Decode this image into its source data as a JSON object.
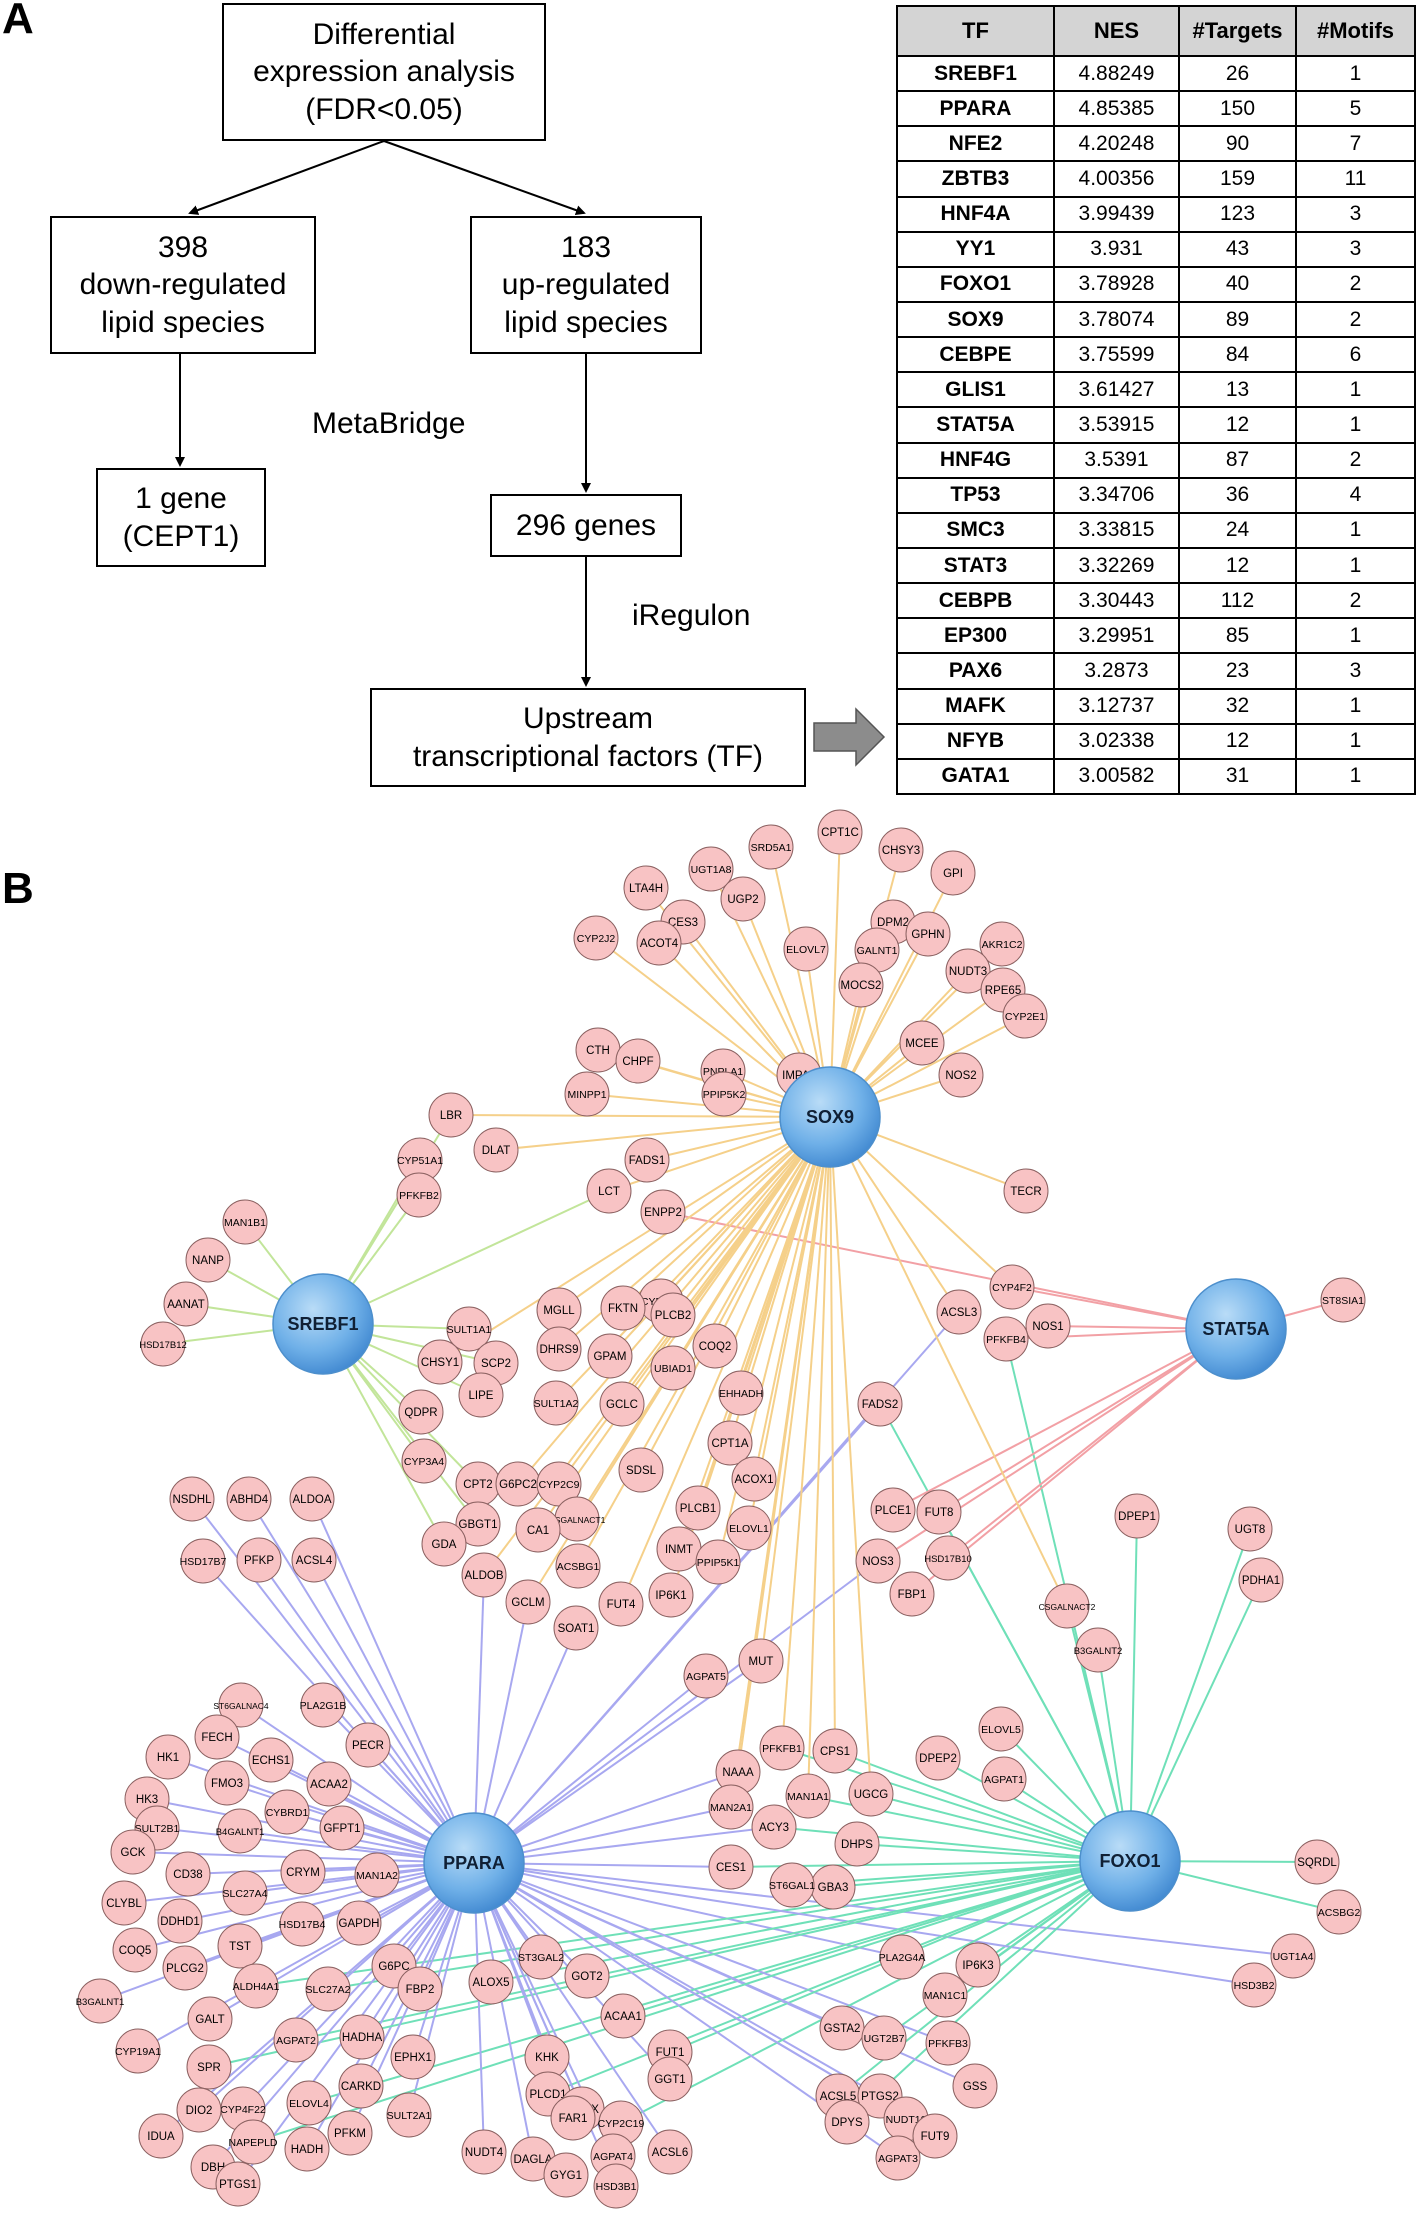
{
  "panel_a": {
    "label": "A",
    "box_top": [
      "Differential",
      "expression analysis",
      "(FDR<0.05)"
    ],
    "box_down": [
      "398",
      "down-regulated",
      "lipid species"
    ],
    "box_up": [
      "183",
      "up-regulated",
      "lipid species"
    ],
    "box_one_gene": [
      "1 gene",
      "(CEPT1)"
    ],
    "box_genes": "296 genes",
    "box_tf": [
      "Upstream",
      "transcriptional factors (TF)"
    ],
    "label_metabridge": "MetaBridge",
    "label_iregulon": "iRegulon"
  },
  "table": {
    "columns": [
      "TF",
      "NES",
      "#Targets",
      "#Motifs"
    ],
    "rows": [
      [
        "SREBF1",
        "4.88249",
        "26",
        "1"
      ],
      [
        "PPARA",
        "4.85385",
        "150",
        "5"
      ],
      [
        "NFE2",
        "4.20248",
        "90",
        "7"
      ],
      [
        "ZBTB3",
        "4.00356",
        "159",
        "11"
      ],
      [
        "HNF4A",
        "3.99439",
        "123",
        "3"
      ],
      [
        "YY1",
        "3.931",
        "43",
        "3"
      ],
      [
        "FOXO1",
        "3.78928",
        "40",
        "2"
      ],
      [
        "SOX9",
        "3.78074",
        "89",
        "2"
      ],
      [
        "CEBPE",
        "3.75599",
        "84",
        "6"
      ],
      [
        "GLIS1",
        "3.61427",
        "13",
        "1"
      ],
      [
        "STAT5A",
        "3.53915",
        "12",
        "1"
      ],
      [
        "HNF4G",
        "3.5391",
        "87",
        "2"
      ],
      [
        "TP53",
        "3.34706",
        "36",
        "4"
      ],
      [
        "SMC3",
        "3.33815",
        "24",
        "1"
      ],
      [
        "STAT3",
        "3.32269",
        "12",
        "1"
      ],
      [
        "CEBPB",
        "3.30443",
        "112",
        "2"
      ],
      [
        "EP300",
        "3.29951",
        "85",
        "1"
      ],
      [
        "PAX6",
        "3.2873",
        "23",
        "3"
      ],
      [
        "MAFK",
        "3.12737",
        "32",
        "1"
      ],
      [
        "NFYB",
        "3.02338",
        "12",
        "1"
      ],
      [
        "GATA1",
        "3.00582",
        "31",
        "1"
      ]
    ]
  },
  "panel_b": {
    "label": "B",
    "hubs": [
      "SOX9",
      "SREBF1",
      "STAT5A",
      "PPARA",
      "FOXO1"
    ],
    "edge_colors": {
      "SOX9": "#f5d08a",
      "SREBF1": "#c2e59a",
      "STAT5A": "#f2a0a5",
      "PPARA": "#a8a8f0",
      "FOXO1": "#6fe0b8"
    },
    "genes": [
      "SRD5A1",
      "CPT1C",
      "CHSY3",
      "UGT1A8",
      "GPI",
      "LTA4H",
      "UGP2",
      "CES3",
      "DPM2",
      "ELOVL7",
      "GPHN",
      "AKR1C2",
      "NUDT3",
      "CYP2J2",
      "ACOT4",
      "GALNT1",
      "RPE65",
      "MOCS2",
      "CYP2E1",
      "CTH",
      "CHPF",
      "PNPLA1",
      "MCEE",
      "MINPP1",
      "PPIP5K2",
      "IMPA1",
      "NOS2",
      "LBR",
      "DLAT",
      "CYP51A1",
      "FADS1",
      "PFKFB2",
      "LCT",
      "ENPP2",
      "TECR",
      "MAN1B1",
      "NANP",
      "AANAT",
      "HSD17B12",
      "CYP7A1",
      "FKTN",
      "MGLL",
      "SULT1A1",
      "PLCB2",
      "CHSY1",
      "DHRS9",
      "COQ2",
      "SCP2",
      "GPAM",
      "UBIAD1",
      "CYP4F2",
      "ACSL3",
      "NOS1",
      "ST8SIA1",
      "PFKFB4",
      "EHHADH",
      "SULT1A2",
      "LIPE",
      "GCLC",
      "QDPR",
      "CPT1A",
      "FADS2",
      "CYP3A4",
      "CPT2",
      "G6PC2",
      "CYP2C9",
      "SDSL",
      "ACOX1",
      "GBGT1",
      "CSGALNACT1",
      "PLCB1",
      "ELOVL1",
      "NSDHL",
      "ABHD4",
      "ALDOA",
      "CA1",
      "GDA",
      "INMT",
      "DPEP1",
      "PLCE1",
      "FUT8",
      "ALDOB",
      "ACSBG1",
      "PPIP5K1",
      "UGT8",
      "HSD17B7",
      "PFKP",
      "ACSL4",
      "GCLM",
      "FUT4",
      "IP6K1",
      "NOS3",
      "HSD17B10",
      "SOAT1",
      "PDHA1",
      "FBP1",
      "CSGALNACT2",
      "B3GALNT2",
      "MUT",
      "AGPAT5",
      "ST6GALNAC4",
      "PLA2G1B",
      "FECH",
      "PECR",
      "HK1",
      "ECHS1",
      "ACAA2",
      "FMO3",
      "CYBRD1",
      "ELOVL5",
      "HK3",
      "PFKFB1",
      "CPS1",
      "DPEP2",
      "SULT2B1",
      "GFPT1",
      "NAAA",
      "UGCG",
      "AGPAT1",
      "GCK",
      "B4GALNT1",
      "CRYM",
      "MAN1A1",
      "MAN2A1",
      "ACY3",
      "DHPS",
      "CD38",
      "SLC27A4",
      "MAN1A2",
      "SQRDL",
      "CLYBL",
      "CES1",
      "GBA3",
      "HSD17B4",
      "ST6GAL1",
      "DDHD1",
      "GAPDH",
      "ACSBG2",
      "TST",
      "COQ5",
      "G6PC",
      "ST3GAL2",
      "PLA2G4A",
      "IP6K3",
      "PLCG2",
      "ALDH4A1",
      "SLC27A2",
      "GOT2",
      "UGT1A4",
      "MAN1C1",
      "FBP2",
      "ALOX5",
      "HSD3B2",
      "B3GALNT1",
      "ACAA1",
      "GSTA2",
      "UGT2B7",
      "AGPAT2",
      "HADHA",
      "PFKFB3",
      "GALT",
      "FUT1",
      "CYP19A1",
      "EPHX1",
      "KHK",
      "CARKD",
      "SPR",
      "PLCD1",
      "ACSL5",
      "PTGS2",
      "ELOVL4",
      "GGCX",
      "DPYS",
      "NUDT10",
      "GSS",
      "CYP4F22",
      "SULT2A1",
      "PFKM",
      "GGT1",
      "FAR1",
      "CYP2C19",
      "DIO2",
      "HADH",
      "NAPEPLD",
      "AGPAT3",
      "IDUA",
      "DBH",
      "AGPAT4",
      "ACSL6",
      "DAGLA",
      "FUT9",
      "NUDT4",
      "HSD3B1",
      "PTGS1",
      "GYG1"
    ]
  }
}
